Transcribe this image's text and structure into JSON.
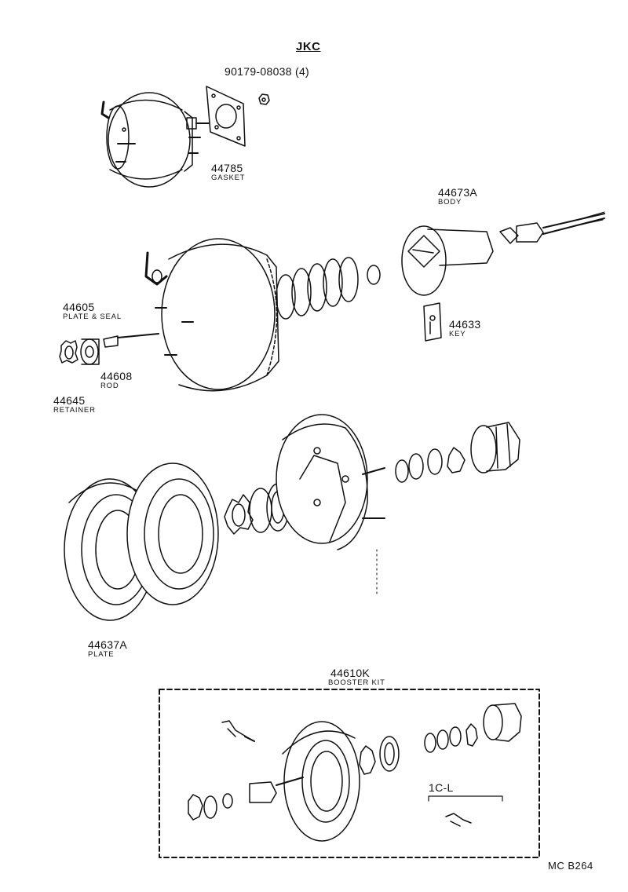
{
  "header": {
    "title": "JKC"
  },
  "labels": {
    "nut": "90179-08038 (4)",
    "gasket_no": "44785",
    "gasket": "GASKET",
    "body_no": "44673A",
    "body": "BODY",
    "plate_seal_no": "44605",
    "plate_seal": "PLATE & SEAL",
    "key_no": "44633",
    "key": "KEY",
    "rod_no": "44608",
    "rod": "ROD",
    "retainer_no": "44645",
    "retainer": "RETAINER",
    "plate_no": "44637A",
    "plate": "PLATE",
    "kit_no": "44610K",
    "kit": "BOOSTER KIT",
    "sub": "1C-L"
  },
  "footer": {
    "code": "MC  B264"
  }
}
